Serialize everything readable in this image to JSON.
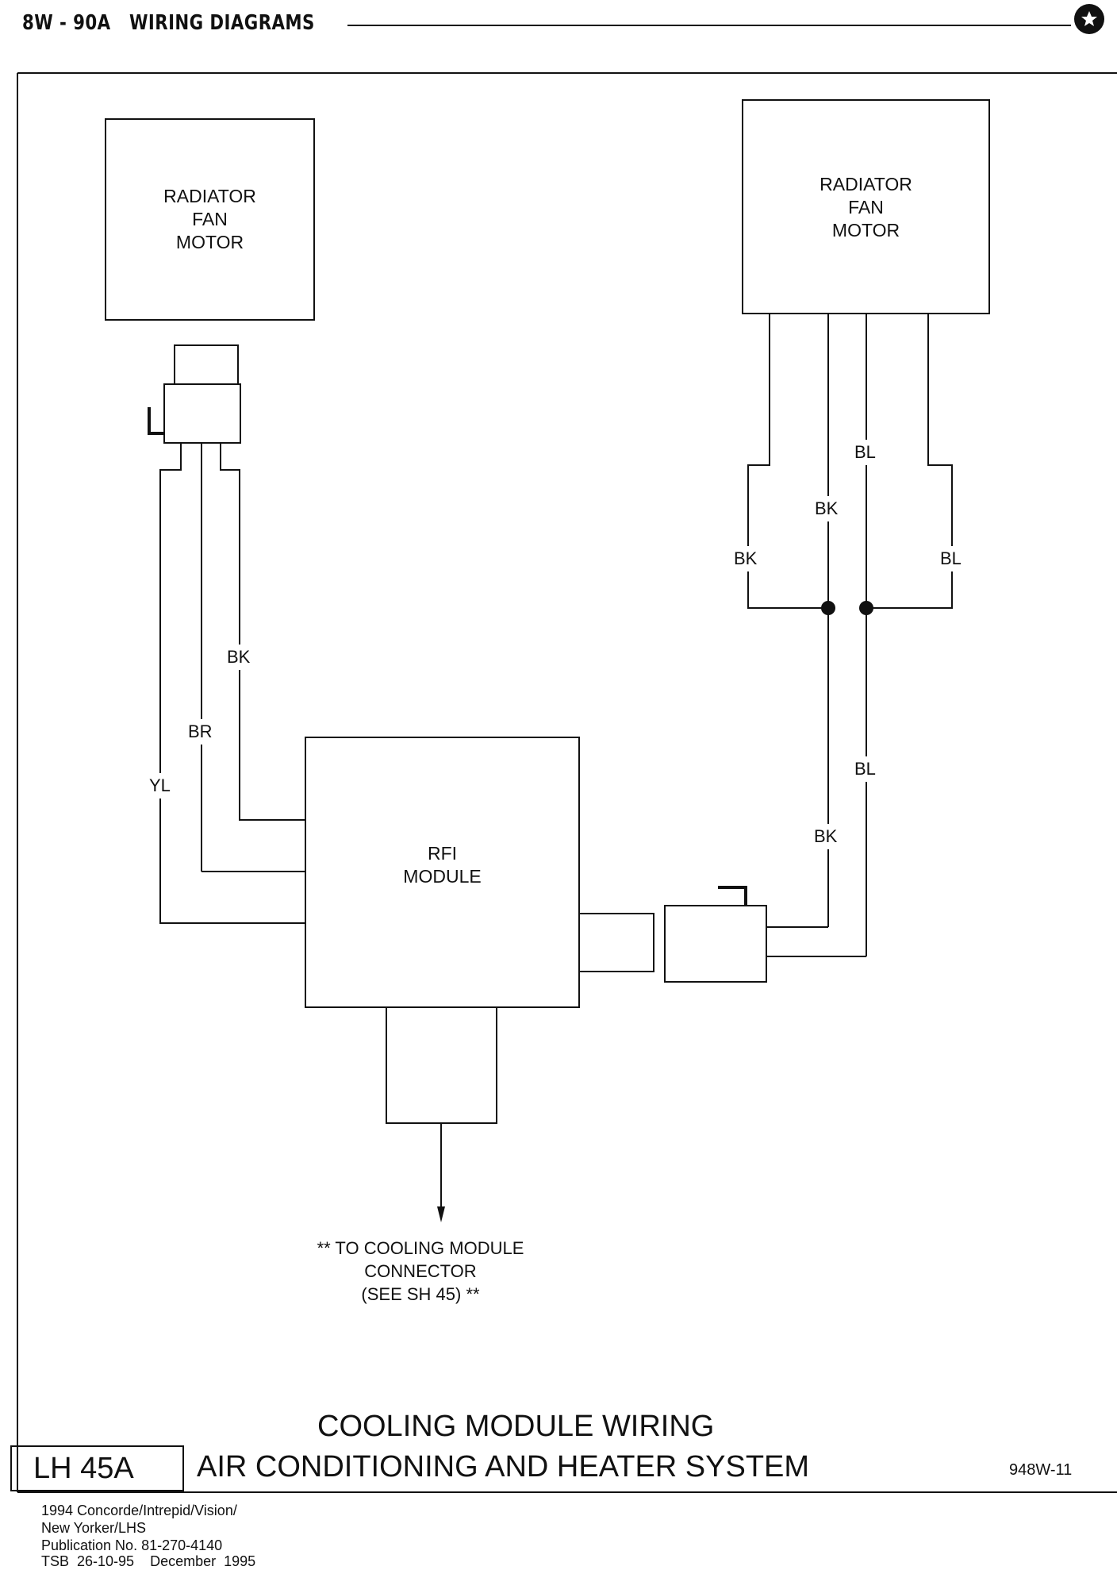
{
  "header": {
    "section": "8W - 90A",
    "title": "WIRING DIAGRAMS"
  },
  "components": {
    "left_motor": [
      "RADIATOR",
      "FAN",
      "MOTOR"
    ],
    "right_motor": [
      "RADIATOR",
      "FAN",
      "MOTOR"
    ],
    "rfi_module": [
      "RFI",
      "MODULE"
    ]
  },
  "wire_labels": {
    "left_bk": "BK",
    "left_br": "BR",
    "left_yl": "YL",
    "right_bl_top": "BL",
    "right_bk_top": "BK",
    "right_bk_side": "BK",
    "right_bl_side": "BL",
    "right_bl_lower": "BL",
    "right_bk_lower": "BK"
  },
  "note": {
    "line1": "** TO COOLING MODULE",
    "line2": "CONNECTOR",
    "line3": "(SEE SH 45) **"
  },
  "footer": {
    "title_line1": "COOLING MODULE WIRING",
    "sheet_code": "LH 45A",
    "title_line2": "AIR CONDITIONING AND HEATER SYSTEM",
    "figure_id": "948W-11",
    "pub_lines": [
      "1994 Concorde/Intrepid/Vision/",
      "New Yorker/LHS",
      "Publication  No.  81-270-4140",
      "TSB  26-10-95    December  1995"
    ]
  },
  "icons": {
    "logo": "pentastar-logo-icon",
    "arrow": "arrow-down-icon"
  }
}
